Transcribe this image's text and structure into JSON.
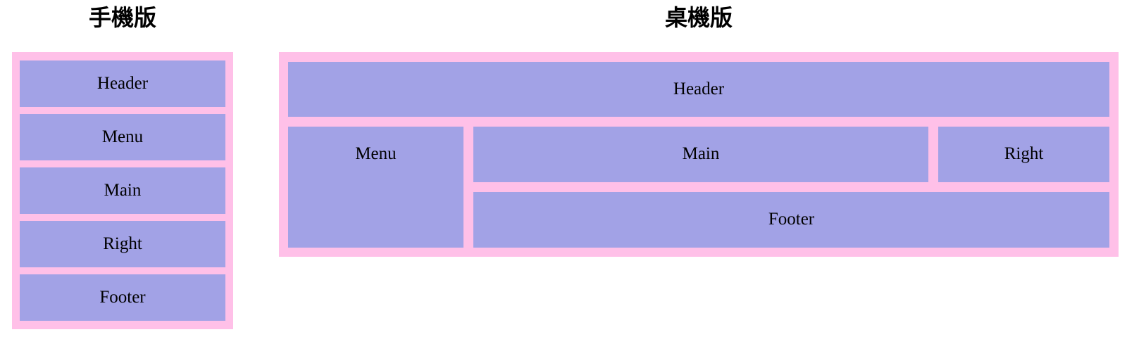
{
  "colors": {
    "container_pink": "#ffc0e8",
    "box_purple": "#a2a2e6",
    "text": "#000000"
  },
  "mobile": {
    "title": "手機版",
    "boxes": [
      {
        "label": "Header"
      },
      {
        "label": "Menu"
      },
      {
        "label": "Main"
      },
      {
        "label": "Right"
      },
      {
        "label": "Footer"
      }
    ]
  },
  "desktop": {
    "title": "桌機版",
    "boxes": {
      "header": {
        "label": "Header"
      },
      "menu": {
        "label": "Menu"
      },
      "main": {
        "label": "Main"
      },
      "right": {
        "label": "Right"
      },
      "footer": {
        "label": "Footer"
      }
    }
  }
}
